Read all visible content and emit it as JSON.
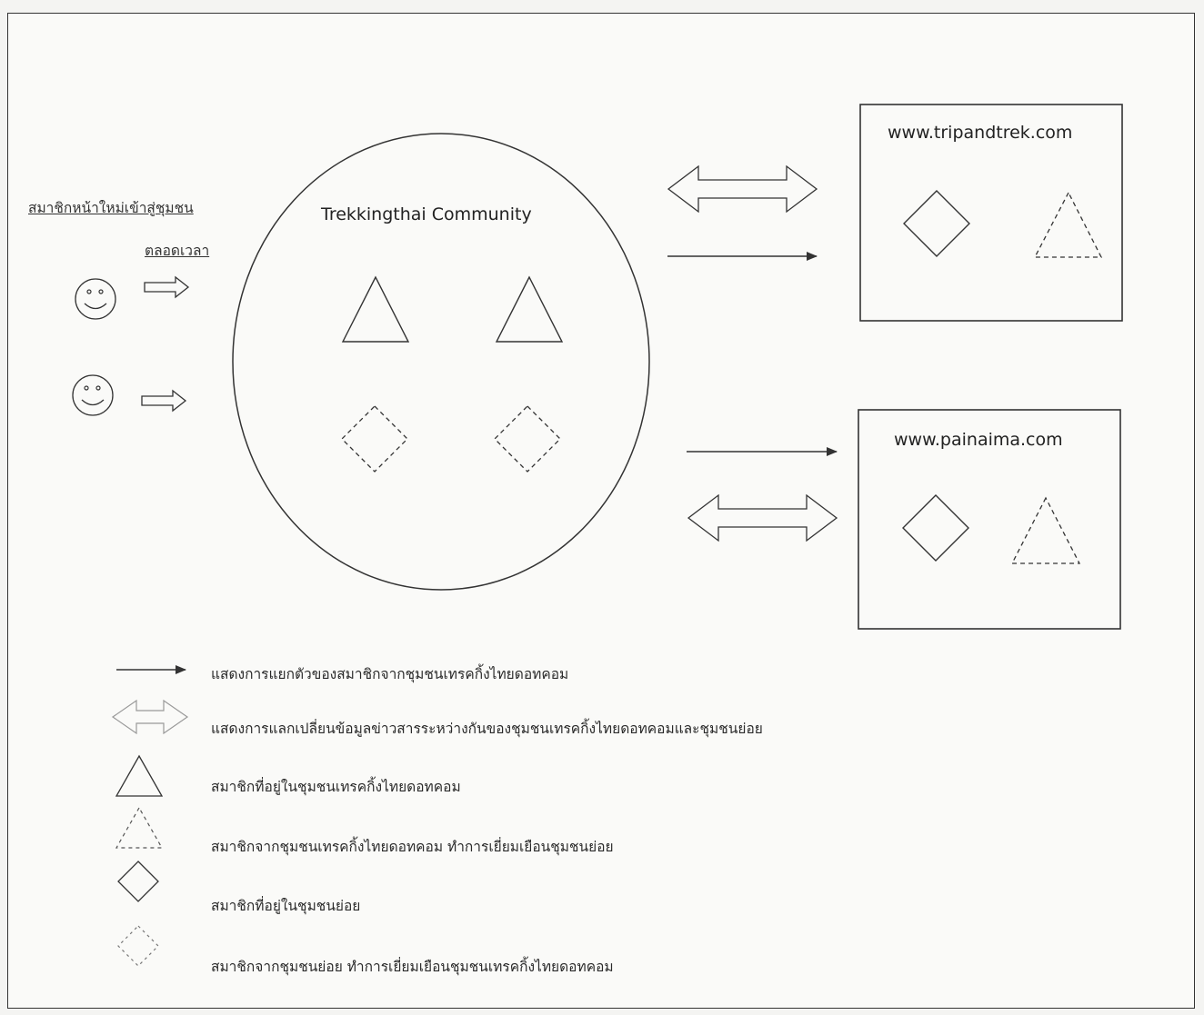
{
  "new_members": {
    "line1": "สมาชิกหน้าใหม่เข้าสู่ชุมชน",
    "line2": "ตลอดเวลา"
  },
  "community": {
    "title": "Trekkingthai Community"
  },
  "sites": [
    {
      "title": "www.tripandtrek.com"
    },
    {
      "title": "www.painaima.com"
    }
  ],
  "legend": [
    {
      "symbol": "arrow-icon",
      "text": "แสดงการแยกตัวของสมาชิกจากชุมชนเทรคกิ้งไทยดอทคอม"
    },
    {
      "symbol": "double-arrow-icon",
      "text": "แสดงการแลกเปลี่ยนข้อมูลข่าวสารระหว่างกันของชุมชนเทรคกิ้งไทยดอทคอมและชุมชนย่อย"
    },
    {
      "symbol": "triangle-icon",
      "text": "สมาชิกที่อยู่ในชุมชนเทรคกิ้งไทยดอทคอม"
    },
    {
      "symbol": "dashed-triangle-icon",
      "text": "สมาชิกจากชุมชนเทรคกิ้งไทยดอทคอม ทำการเยี่ยมเยือนชุมชนย่อย"
    },
    {
      "symbol": "diamond-icon",
      "text": "สมาชิกที่อยู่ในชุมชนย่อย"
    },
    {
      "symbol": "dashed-diamond-icon",
      "text": "สมาชิกจากชุมชนย่อย ทำการเยี่ยมเยือนชุมชนเทรคกิ้งไทยดอทคอม"
    }
  ]
}
